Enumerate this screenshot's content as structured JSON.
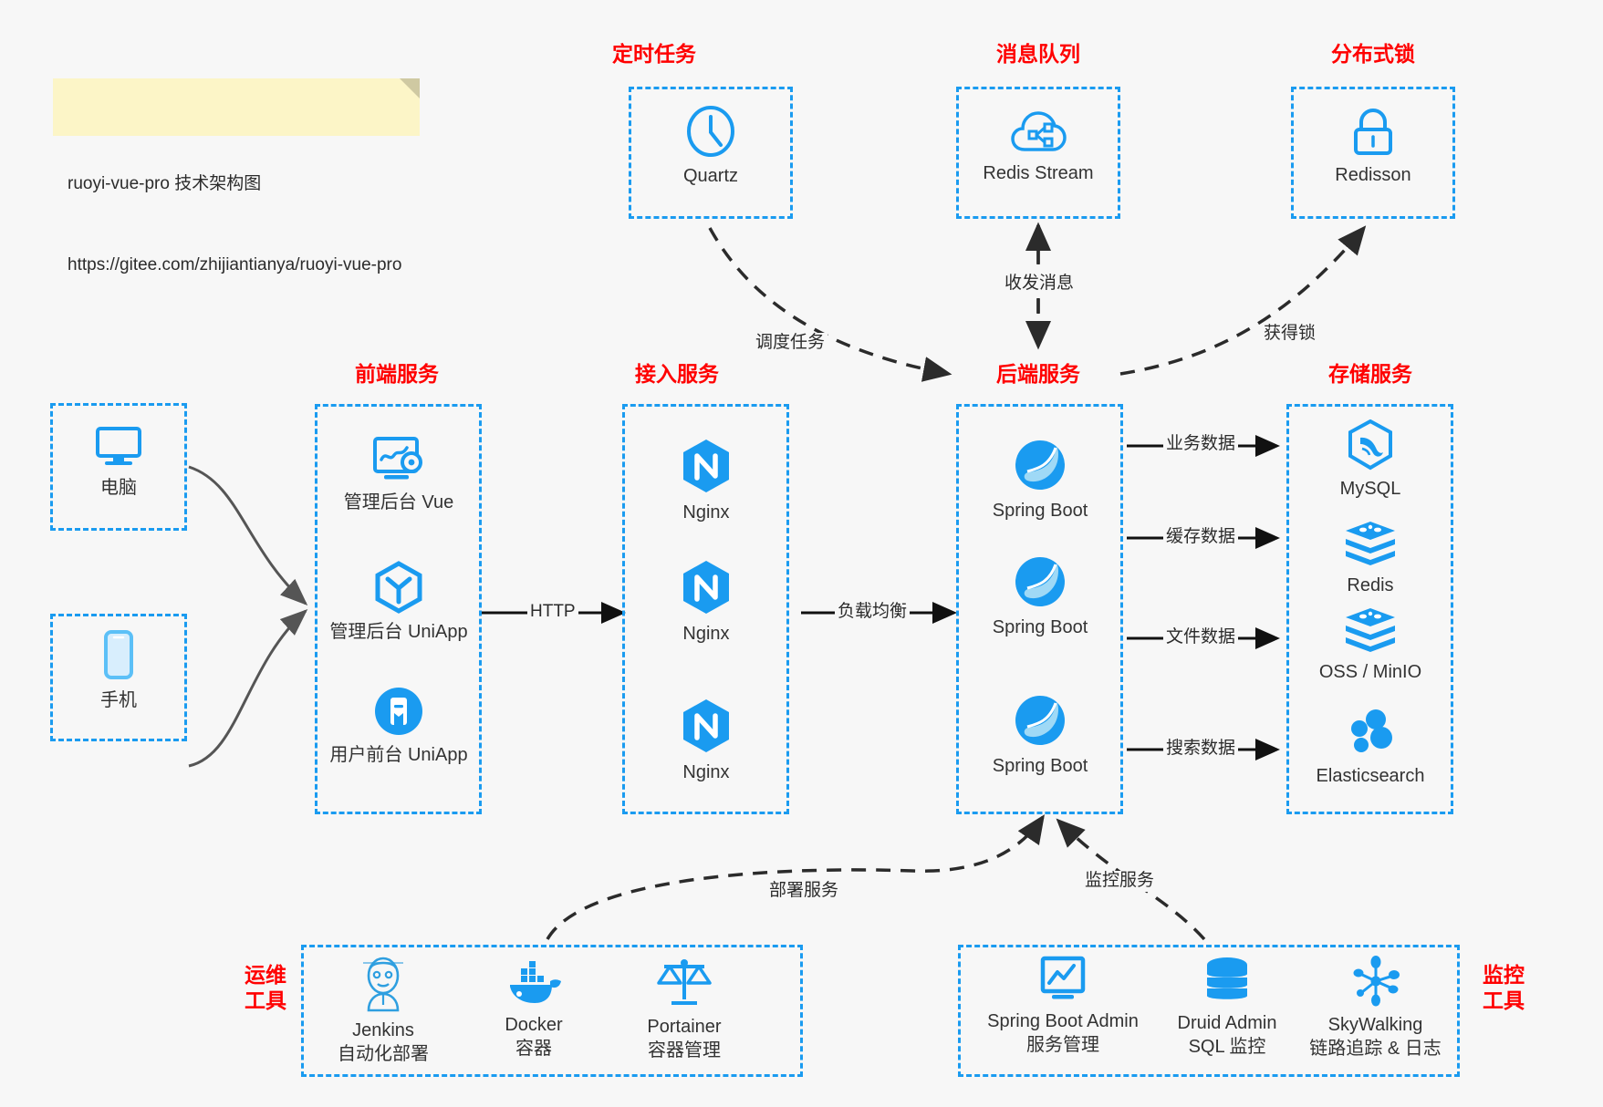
{
  "note": {
    "line1": "ruoyi-vue-pro 技术架构图",
    "line2": "https://gitee.com/zhijiantianya/ruoyi-vue-pro"
  },
  "colors": {
    "accent_blue": "#1a9bf0",
    "title_red": "#ff0000",
    "background": "#f7f7f7",
    "edge_gray": "#555555",
    "edge_dark": "#2b2b2b"
  },
  "groups": {
    "scheduler": {
      "title": "定时任务"
    },
    "mq": {
      "title": "消息队列"
    },
    "lock": {
      "title": "分布式锁"
    },
    "frontend": {
      "title": "前端服务"
    },
    "gateway": {
      "title": "接入服务"
    },
    "backend": {
      "title": "后端服务"
    },
    "storage": {
      "title": "存储服务"
    },
    "devops": {
      "title": "运维\n工具"
    },
    "monitor": {
      "title": "监控\n工具"
    }
  },
  "clients": [
    {
      "label": "电脑",
      "icon": "desktop-icon"
    },
    {
      "label": "手机",
      "icon": "mobile-icon"
    }
  ],
  "scheduler_nodes": [
    {
      "label": "Quartz",
      "icon": "clock-icon"
    }
  ],
  "mq_nodes": [
    {
      "label": "Redis Stream",
      "icon": "cloud-stream-icon"
    }
  ],
  "lock_nodes": [
    {
      "label": "Redisson",
      "icon": "padlock-icon"
    }
  ],
  "frontend_nodes": [
    {
      "label": "管理后台 Vue",
      "icon": "dashboard-gear-icon"
    },
    {
      "label": "管理后台 UniApp",
      "icon": "hexagon-y-icon"
    },
    {
      "label": "用户前台 UniApp",
      "icon": "app-circle-icon"
    }
  ],
  "gateway_nodes": [
    {
      "label": "Nginx",
      "icon": "nginx-icon"
    },
    {
      "label": "Nginx",
      "icon": "nginx-icon"
    },
    {
      "label": "Nginx",
      "icon": "nginx-icon"
    }
  ],
  "backend_nodes": [
    {
      "label": "Spring Boot",
      "icon": "spring-leaf-icon"
    },
    {
      "label": "Spring Boot",
      "icon": "spring-leaf-icon"
    },
    {
      "label": "Spring Boot",
      "icon": "spring-leaf-icon"
    }
  ],
  "storage_nodes": [
    {
      "label": "MySQL",
      "icon": "mysql-dolphin-icon"
    },
    {
      "label": "Redis",
      "icon": "redis-stack-icon"
    },
    {
      "label": "OSS / MinIO",
      "icon": "redis-stack-icon"
    },
    {
      "label": "Elasticsearch",
      "icon": "elasticsearch-icon"
    }
  ],
  "devops_nodes": [
    {
      "label": "Jenkins",
      "sublabel": "自动化部署",
      "icon": "jenkins-butler-icon"
    },
    {
      "label": "Docker",
      "sublabel": "容器",
      "icon": "docker-whale-icon"
    },
    {
      "label": "Portainer",
      "sublabel": "容器管理",
      "icon": "scales-icon"
    }
  ],
  "monitor_nodes": [
    {
      "label": "Spring Boot Admin",
      "sublabel": "服务管理",
      "icon": "monitor-chart-icon"
    },
    {
      "label": "Druid Admin",
      "sublabel": "SQL 监控",
      "icon": "database-icon"
    },
    {
      "label": "SkyWalking",
      "sublabel": "链路追踪 & 日志",
      "icon": "skywalking-icon"
    }
  ],
  "edges": [
    {
      "id": "http",
      "label": "HTTP"
    },
    {
      "id": "load-balance",
      "label": "负载均衡"
    },
    {
      "id": "schedule-task",
      "label": "调度任务"
    },
    {
      "id": "send-receive-msg",
      "label": "收发消息"
    },
    {
      "id": "acquire-lock",
      "label": "获得锁"
    },
    {
      "id": "business-data",
      "label": "业务数据"
    },
    {
      "id": "cache-data",
      "label": "缓存数据"
    },
    {
      "id": "file-data",
      "label": "文件数据"
    },
    {
      "id": "search-data",
      "label": "搜索数据"
    },
    {
      "id": "deploy-service",
      "label": "部署服务"
    },
    {
      "id": "monitor-service",
      "label": "监控服务"
    }
  ]
}
